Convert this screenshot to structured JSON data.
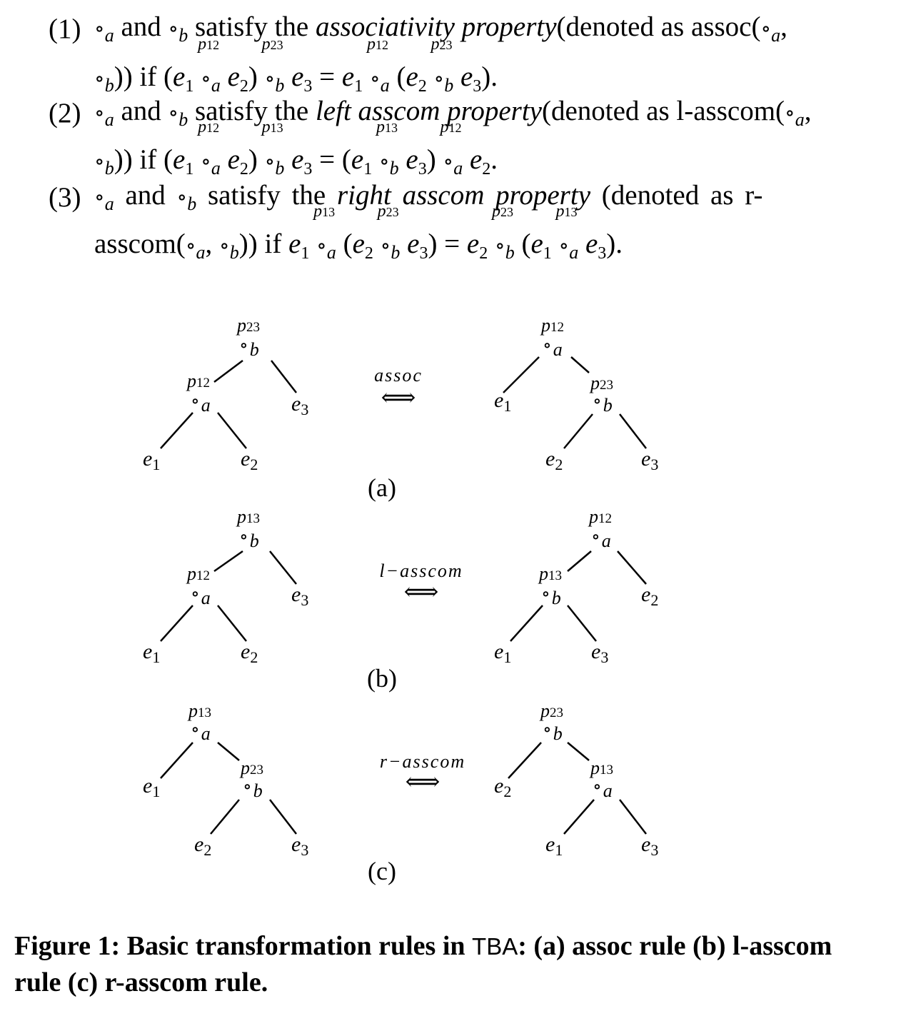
{
  "definitions": [
    {
      "num": "(1)",
      "pre": "and",
      "mid": "satisfy the",
      "property_name": "associativity property",
      "post": "(denoted as assoc(",
      "post2": "))",
      "if": "if"
    },
    {
      "num": "(2)",
      "pre": "and",
      "mid": "satisfy the",
      "property_name": "left asscom property",
      "post": "(denoted as l-asscom(",
      "post2": "))",
      "if": "if"
    },
    {
      "num": "(3)",
      "pre": "and",
      "mid": "satisfy the",
      "property_name": "right asscom property",
      "post": "(denoted as r-",
      "post2": "asscom(",
      "if": "if"
    }
  ],
  "symbols": {
    "circ": "∘",
    "a": "a",
    "b": "b",
    "e": "e",
    "p12": "p12",
    "p23": "p23",
    "p13": "p13",
    "eq": "="
  },
  "figure": {
    "arrow": "⟺",
    "rules": [
      {
        "label": "assoc",
        "panel": "(a)"
      },
      {
        "label": "l−asscom",
        "panel": "(b)"
      },
      {
        "label": "r−asscom",
        "panel": "(c)"
      }
    ]
  },
  "caption": {
    "prefix": "Figure 1: Basic transformation rules in ",
    "system": "TBA",
    "suffix": ": (a) assoc rule (b) l-asscom rule (c) r-asscom rule."
  }
}
